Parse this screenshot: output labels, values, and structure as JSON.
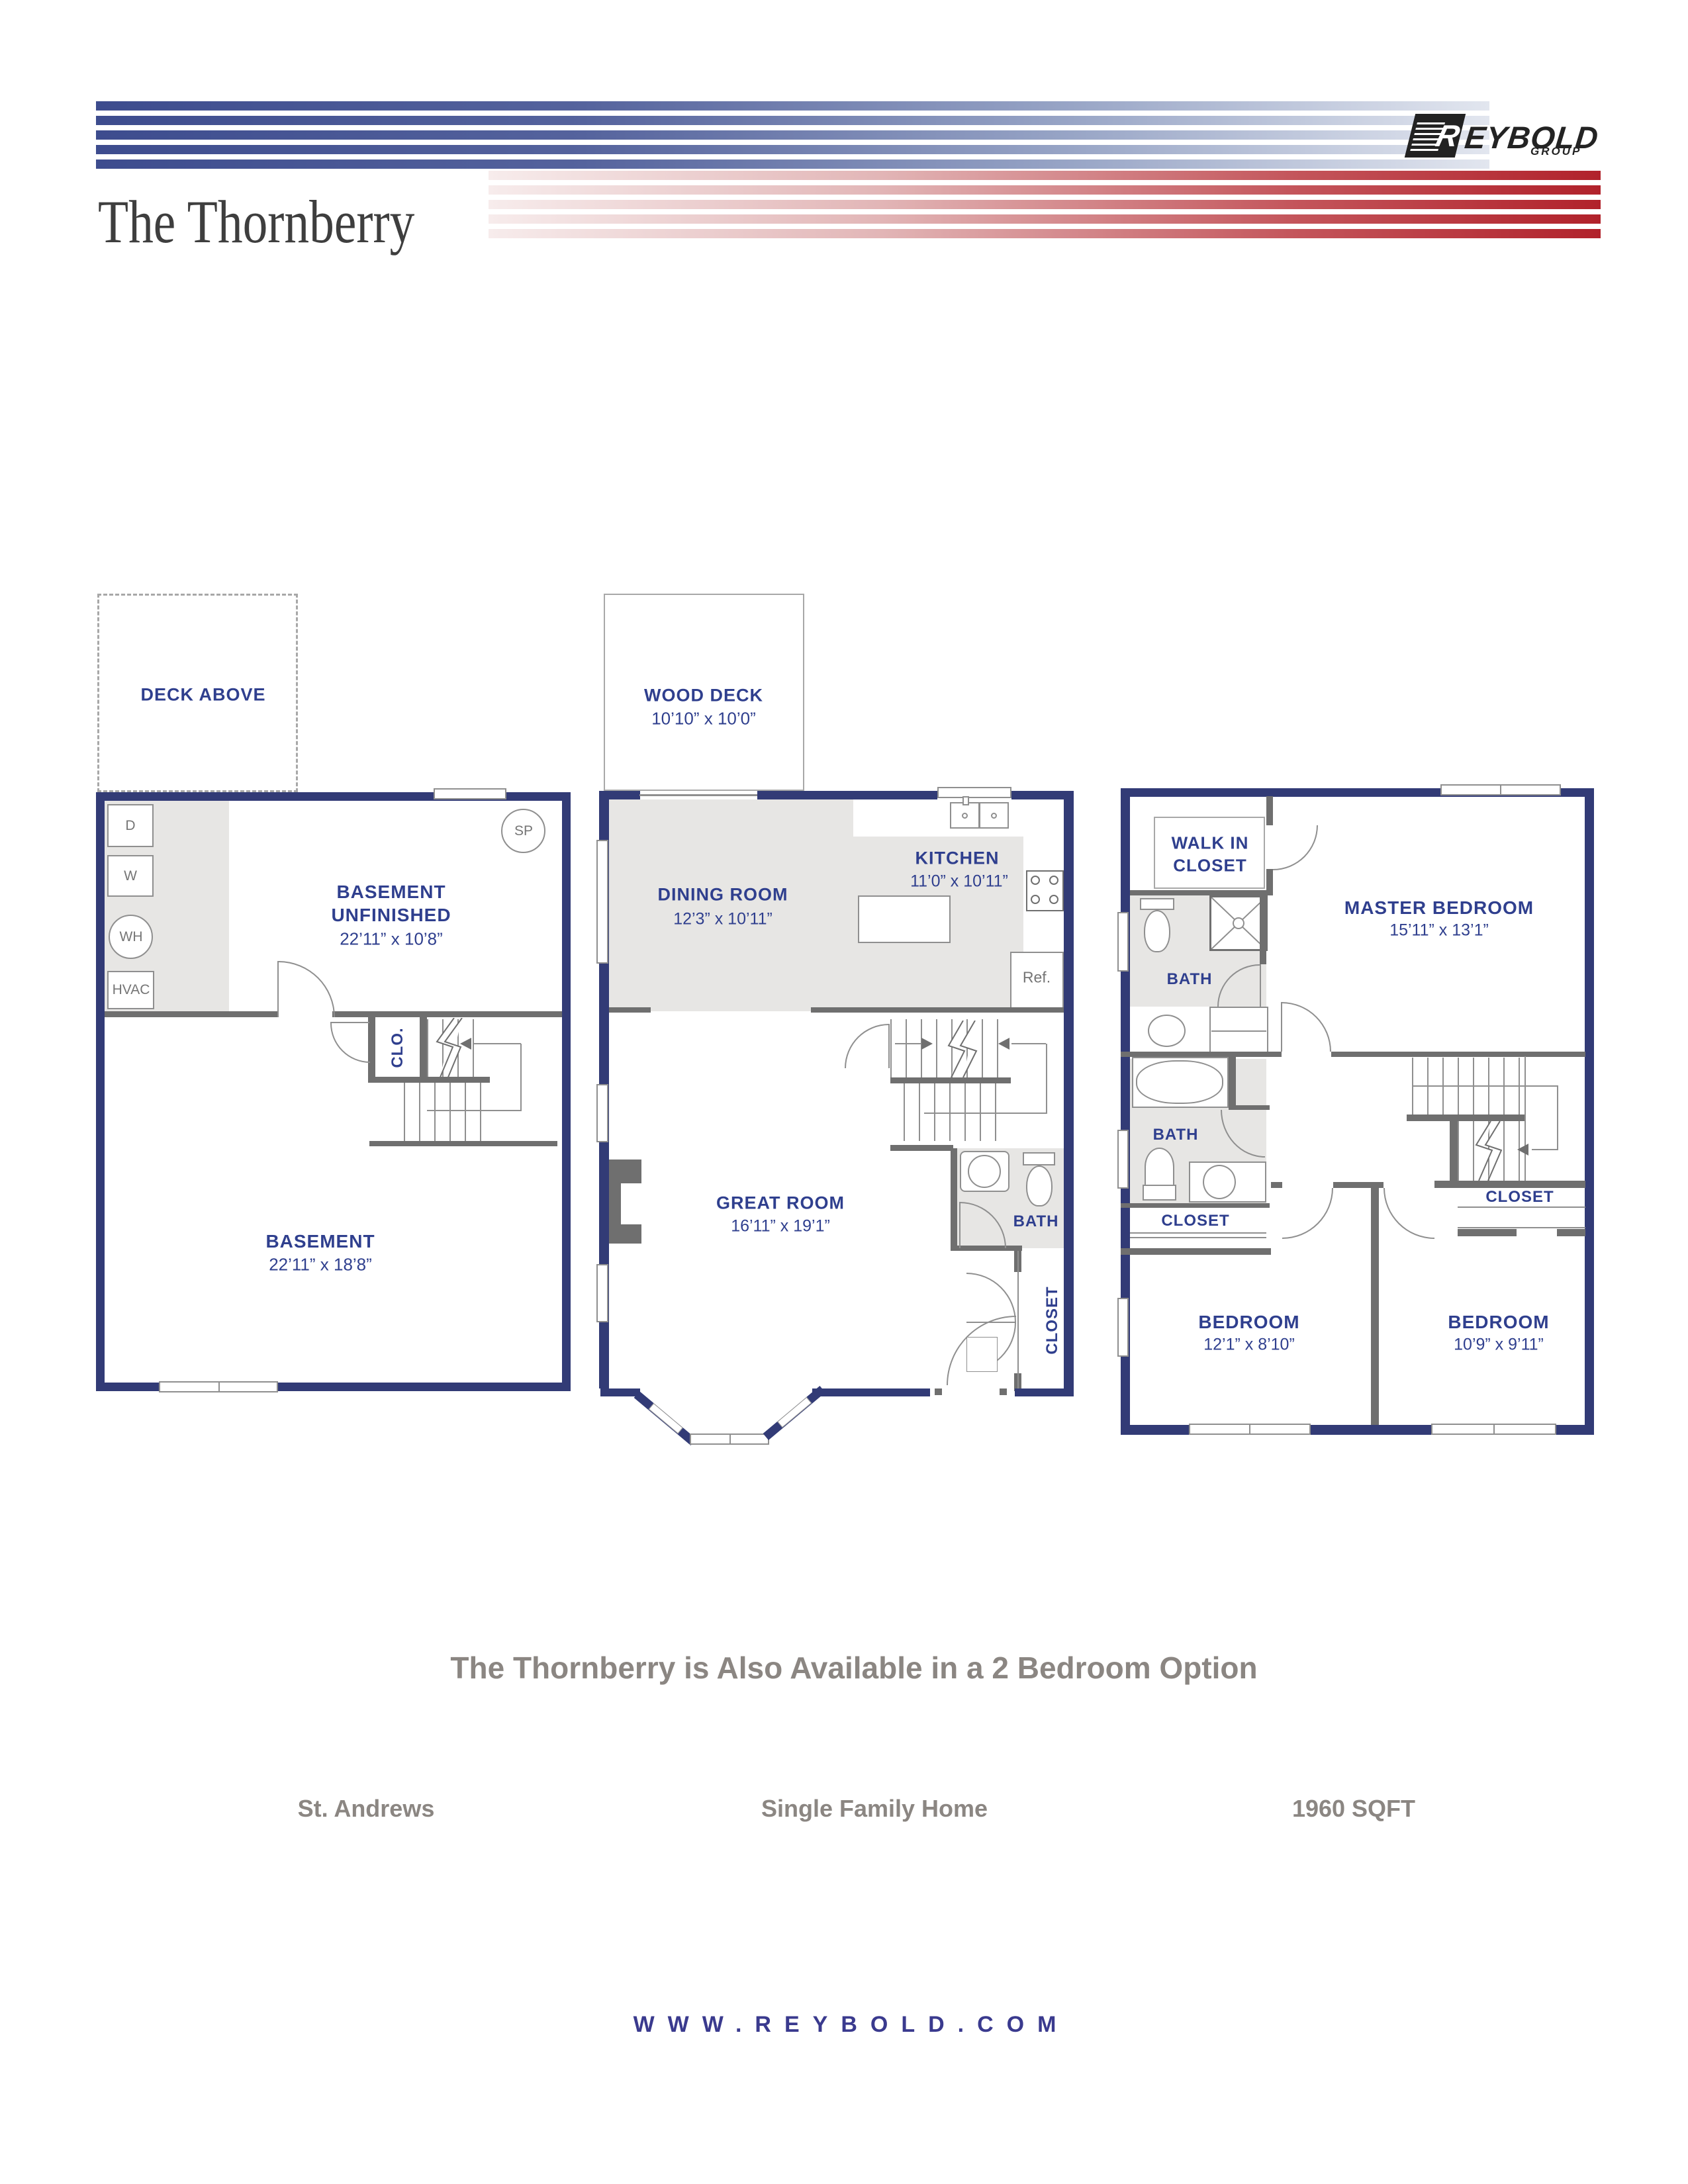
{
  "header": {
    "title": "The Thornberry",
    "logo": {
      "r": "R",
      "brand": "EYBOLD",
      "group": "GROUP"
    },
    "accent_blue": "#3d4c8e",
    "accent_red": "#b1222b",
    "wall_navy": "#323b76",
    "text_navy": "#2f3f8e"
  },
  "basement": {
    "deck_above": "DECK ABOVE",
    "dryer": "D",
    "washer": "W",
    "water_heater": "WH",
    "hvac": "HVAC",
    "sump": "SP",
    "unfinished_line1": "BASEMENT",
    "unfinished_line2": "UNFINISHED",
    "unfinished_dims": "22’11” x 10’8”",
    "closet": "CLO.",
    "name": "BASEMENT",
    "dims": "22’11” x 18’8”"
  },
  "first_floor": {
    "wood_deck": "WOOD DECK",
    "wood_deck_dims": "10’10” x 10’0”",
    "kitchen": "KITCHEN",
    "kitchen_dims": "11’0” x 10’11”",
    "dining": "DINING ROOM",
    "dining_dims": "12’3” x 10’11”",
    "great": "GREAT ROOM",
    "great_dims": "16’11” x 19’1”",
    "bath": "BATH",
    "closet": "CLOSET",
    "fridge": "Ref."
  },
  "second_floor": {
    "walk_in_line1": "WALK IN",
    "walk_in_line2": "CLOSET",
    "master": "MASTER BEDROOM",
    "master_dims": "15’11” x 13’1”",
    "bath_master": "BATH",
    "bath_hall": "BATH",
    "closet_1": "CLOSET",
    "closet_2": "CLOSET",
    "bedroom_1": "BEDROOM",
    "bedroom_1_dims": "12’1” x 8’10”",
    "bedroom_2": "BEDROOM",
    "bedroom_2_dims": "10’9” x 9’11”"
  },
  "footer": {
    "headline": "The Thornberry is Also Available in a 2 Bedroom Option",
    "community": "St. Andrews",
    "home_type": "Single Family Home",
    "sqft": "1960 SQFT",
    "website": "WWW.REYBOLD.COM"
  }
}
